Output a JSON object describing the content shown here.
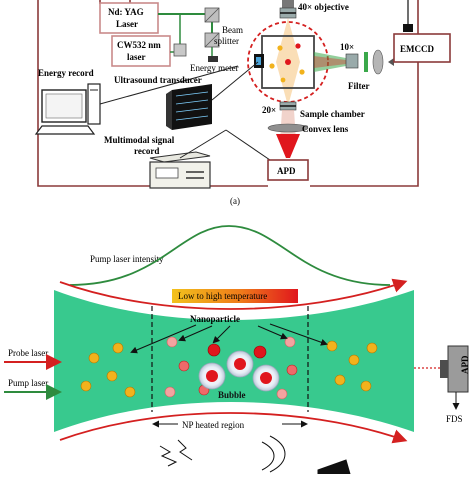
{
  "top_panel": {
    "laser_nd": "Nd: YAG",
    "laser_nd_2": "Laser",
    "laser_cw": "CW532 nm",
    "laser_cw_2": "laser",
    "beam_splitter": "Beam",
    "beam_splitter_2": "splitter",
    "energy_meter": "Energy meter",
    "energy_record": "Energy record",
    "ultrasound_transducer": "Ultrasound transducer",
    "multimodal_1": "Multimodal signal",
    "multimodal_2": "record",
    "objective_40x": "40× objective",
    "objective_10x": "10×",
    "objective_20x": "20×",
    "sample_chamber": "Sample chamber",
    "filter": "Filter",
    "convex_lens": "Convex lens",
    "emccd": "EMCCD",
    "apd": "APD",
    "caption": "(a)"
  },
  "bottom_panel": {
    "pump_intensity": "Pump laser intensity",
    "temp_legend": "Low to high temperature",
    "nanoparticle": "Nanoparticle",
    "bubble": "Bubble",
    "probe_laser": "Probe laser",
    "pump_laser": "Pump laser",
    "np_heated_region": "NP heated region",
    "apd": "APD",
    "fds": "FDS"
  },
  "colors": {
    "frame": "#8b3a3a",
    "laser_box": "#c98a8a",
    "beam_green": "#2e8b3e",
    "beam_red": "#d42020",
    "tube_fill": "#38c98e",
    "np_yellow": "#f2b21c",
    "np_red": "#e0161d"
  }
}
